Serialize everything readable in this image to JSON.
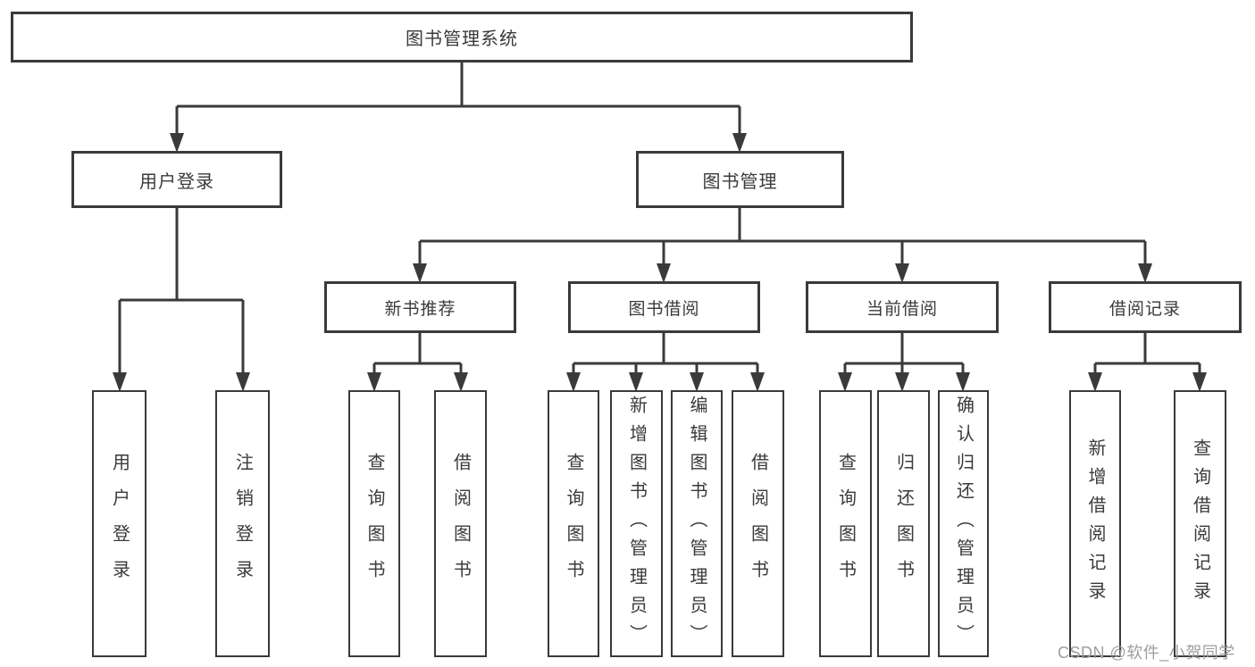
{
  "colors": {
    "line": "#3a3a3a",
    "box_border": "#3a3a3a",
    "text": "#3a3a3a",
    "background": "#ffffff",
    "watermark": "#9e9e9e"
  },
  "watermark": {
    "text": "CSDN @软件_小贺同学"
  },
  "tree": {
    "root": {
      "label": "图书管理系统",
      "children": [
        {
          "label": "用户登录",
          "children": [
            {
              "label": "用户登录"
            },
            {
              "label": "注销登录"
            }
          ]
        },
        {
          "label": "图书管理",
          "children": [
            {
              "label": "新书推荐",
              "children": [
                {
                  "label": "查询图书"
                },
                {
                  "label": "借阅图书"
                }
              ]
            },
            {
              "label": "图书借阅",
              "children": [
                {
                  "label": "查询图书"
                },
                {
                  "label": "新增图书（管理员）"
                },
                {
                  "label": "编辑图书（管理员）"
                },
                {
                  "label": "借阅图书"
                }
              ]
            },
            {
              "label": "当前借阅",
              "children": [
                {
                  "label": "查询图书"
                },
                {
                  "label": "归还图书"
                },
                {
                  "label": "确认归还（管理员）"
                }
              ]
            },
            {
              "label": "借阅记录",
              "children": [
                {
                  "label": "新增借阅记录"
                },
                {
                  "label": "查询借阅记录"
                }
              ]
            }
          ]
        }
      ]
    }
  }
}
